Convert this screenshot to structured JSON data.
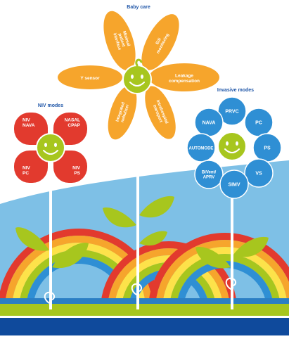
{
  "colors": {
    "sky": "#7ec0e6",
    "grass": "#a7c61e",
    "ground": "#0f4a9c",
    "water": "#2b7fc4",
    "stem": "#ffffff",
    "leaf": "#a7c61e",
    "petal_orange": "#f6a52c",
    "petal_red": "#e23a2e",
    "petal_blue": "#2f8fd4",
    "center": "#a7c61e",
    "title_text": "#1f56a8",
    "rainbow": [
      "#e23a2e",
      "#f6a52c",
      "#fde24a",
      "#a7c61e",
      "#2f8fd4"
    ]
  },
  "baby_care": {
    "title": "Baby care",
    "petals": [
      {
        "label": "Minimal patient interface"
      },
      {
        "label": "Edi monitoring"
      },
      {
        "label": "Y sensor"
      },
      {
        "label": "Leakage compensation"
      },
      {
        "label": "Integrated nebulizer"
      },
      {
        "label": "Intrahospital transport"
      }
    ]
  },
  "niv_modes": {
    "title": "NIV modes",
    "petals": [
      {
        "label": "NIV NAVA"
      },
      {
        "label": "NASAL CPAP"
      },
      {
        "label": "NIV PC"
      },
      {
        "label": "NIV PS"
      }
    ]
  },
  "invasive_modes": {
    "title": "Invasive modes",
    "petals": [
      {
        "label": "PRVC"
      },
      {
        "label": "NAVA"
      },
      {
        "label": "PC"
      },
      {
        "label": "AUTOMODE"
      },
      {
        "label": "PS"
      },
      {
        "label": "BiVent/ APRV"
      },
      {
        "label": "VS"
      },
      {
        "label": "SIMV"
      }
    ]
  }
}
